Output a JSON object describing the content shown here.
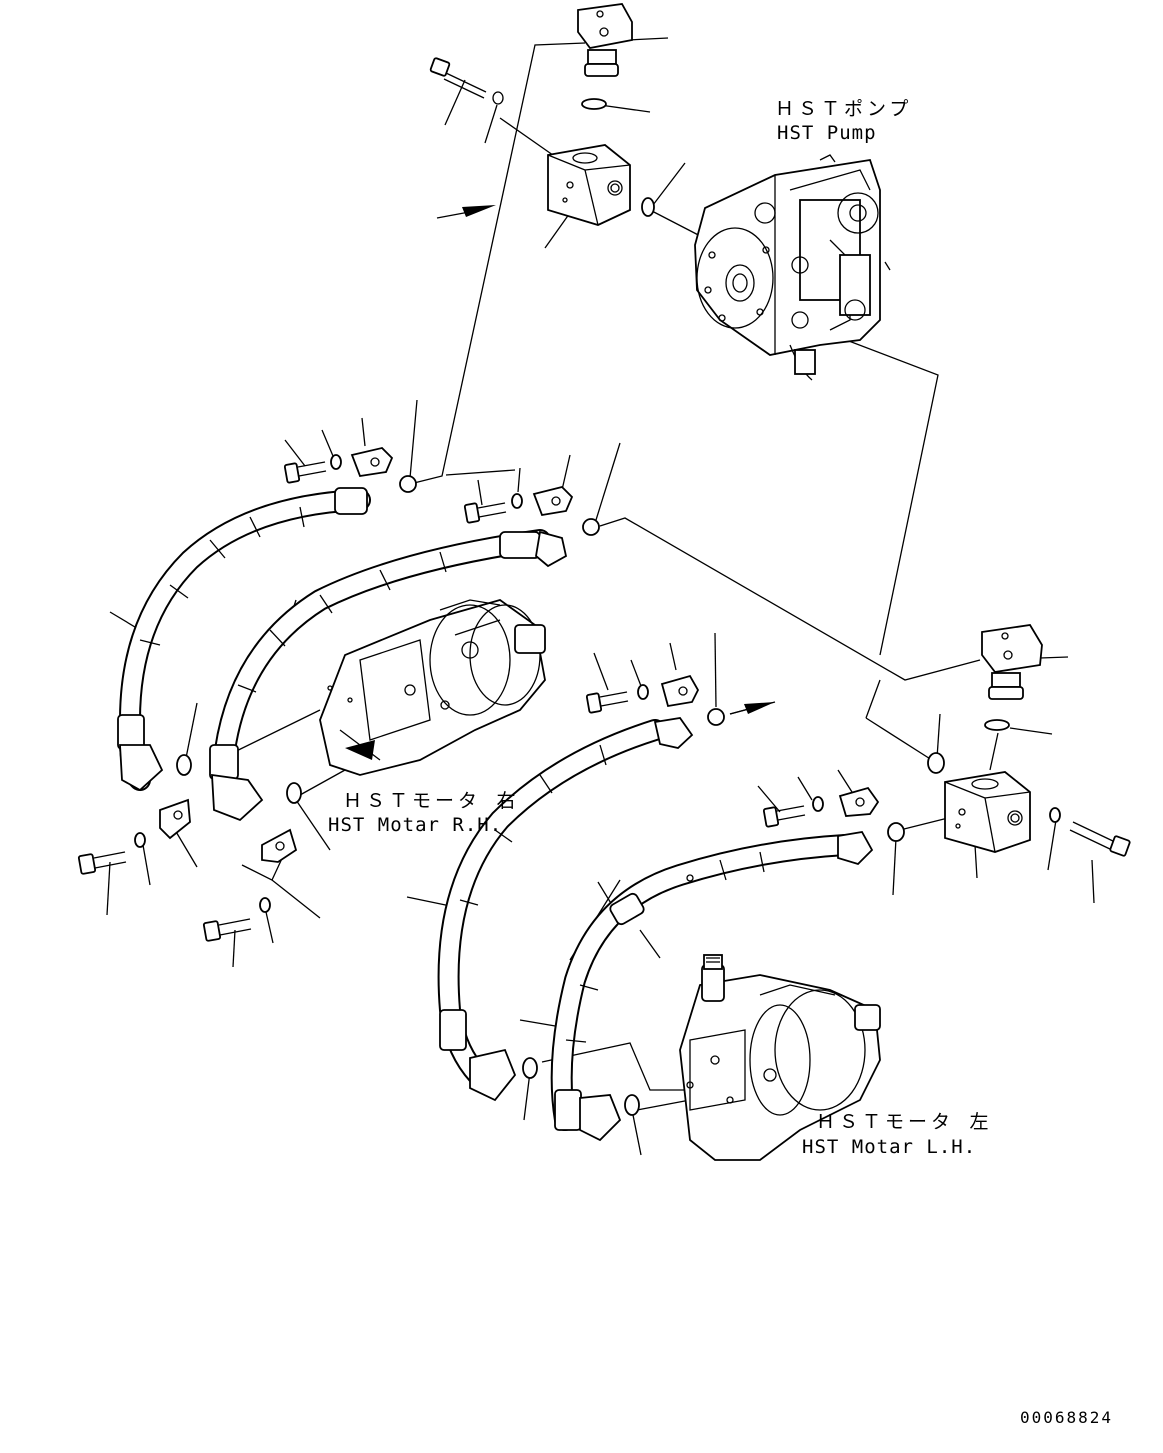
{
  "labels": {
    "pump_jp": "ＨＳＴポンプ",
    "pump_en": "HST Pump",
    "motor_rh_jp": "ＨＳＴモータ 右",
    "motor_rh_en": "HST Motar R.H.",
    "motor_lh_jp": "ＨＳＴモータ 左",
    "motor_lh_en": "HST Motar L.H."
  },
  "document_number": "00068824"
}
